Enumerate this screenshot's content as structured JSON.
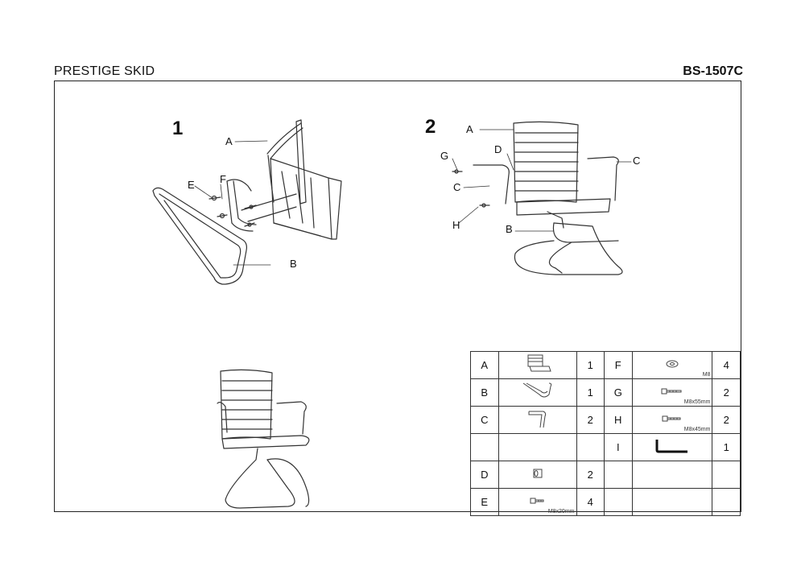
{
  "header": {
    "product_name": "PRESTIGE SKID",
    "model_code": "BS-1507C"
  },
  "steps": [
    {
      "number": "1",
      "callouts": {
        "a": "A",
        "b": "B",
        "e": "E",
        "f": "F"
      }
    },
    {
      "number": "2",
      "callouts": {
        "a": "A",
        "b": "B",
        "c_left": "C",
        "c_right": "C",
        "d": "D",
        "g": "G",
        "h": "H"
      }
    }
  ],
  "parts": {
    "rows": [
      {
        "left": {
          "letter": "A",
          "qty": "1",
          "icon": "seat-backrest-icon",
          "dim": ""
        },
        "right": {
          "letter": "F",
          "qty": "4",
          "icon": "washer-icon",
          "dim": "M8"
        }
      },
      {
        "left": {
          "letter": "B",
          "qty": "1",
          "icon": "sled-base-frame-icon",
          "dim": ""
        },
        "right": {
          "letter": "G",
          "qty": "2",
          "icon": "bolt-icon",
          "dim": "M8x55mm"
        }
      },
      {
        "left": {
          "letter": "C",
          "qty": "2",
          "icon": "armrest-icon",
          "dim": ""
        },
        "right": {
          "letter": "H",
          "qty": "2",
          "icon": "bolt-icon",
          "dim": "M8x45mm"
        }
      },
      {
        "left": {
          "letter": "",
          "qty": "",
          "icon": "",
          "dim": ""
        },
        "right": {
          "letter": "I",
          "qty": "1",
          "icon": "allen-key-icon",
          "dim": ""
        }
      },
      {
        "left": {
          "letter": "D",
          "qty": "2",
          "icon": "armrest-cap-icon",
          "dim": ""
        },
        "right": {
          "letter": "",
          "qty": "",
          "icon": "",
          "dim": ""
        }
      },
      {
        "left": {
          "letter": "E",
          "qty": "4",
          "icon": "bolt-icon",
          "dim": "M8x20mm"
        },
        "right": {
          "letter": "",
          "qty": "",
          "icon": "",
          "dim": ""
        }
      }
    ]
  }
}
